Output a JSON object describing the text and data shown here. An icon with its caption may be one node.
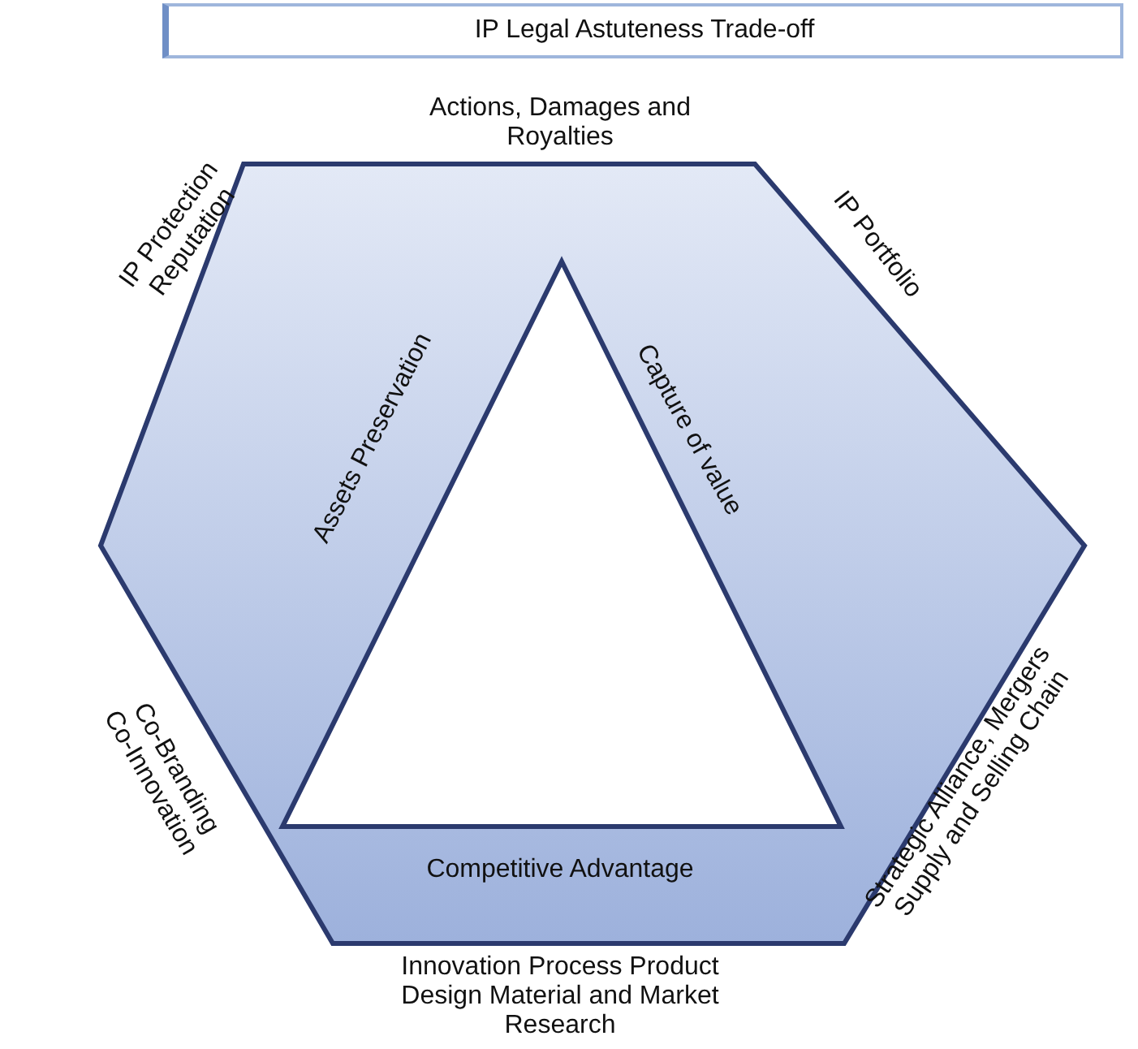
{
  "diagram": {
    "nodes": [
      {
        "text": [
          "IP Legal Astuteness Trade-off"
        ]
      },
      {
        "text": [
          "Assets Preservation",
          "Capture of value",
          "Competitive Advantage"
        ],
        "beside": [
          "Actions, Damages and Royalties",
          "IP Portfolio",
          "Strategic Alliance, Mergers Supply and Selling Chain",
          "Innovation Process Product Design Material and Market Research",
          "Co-Branding Co-Innovation",
          "IP Protection Reputation"
        ]
      },
      {
        "text": [],
        "shape": "triangle",
        "in": 1
      }
    ],
    "edges": []
  }
}
